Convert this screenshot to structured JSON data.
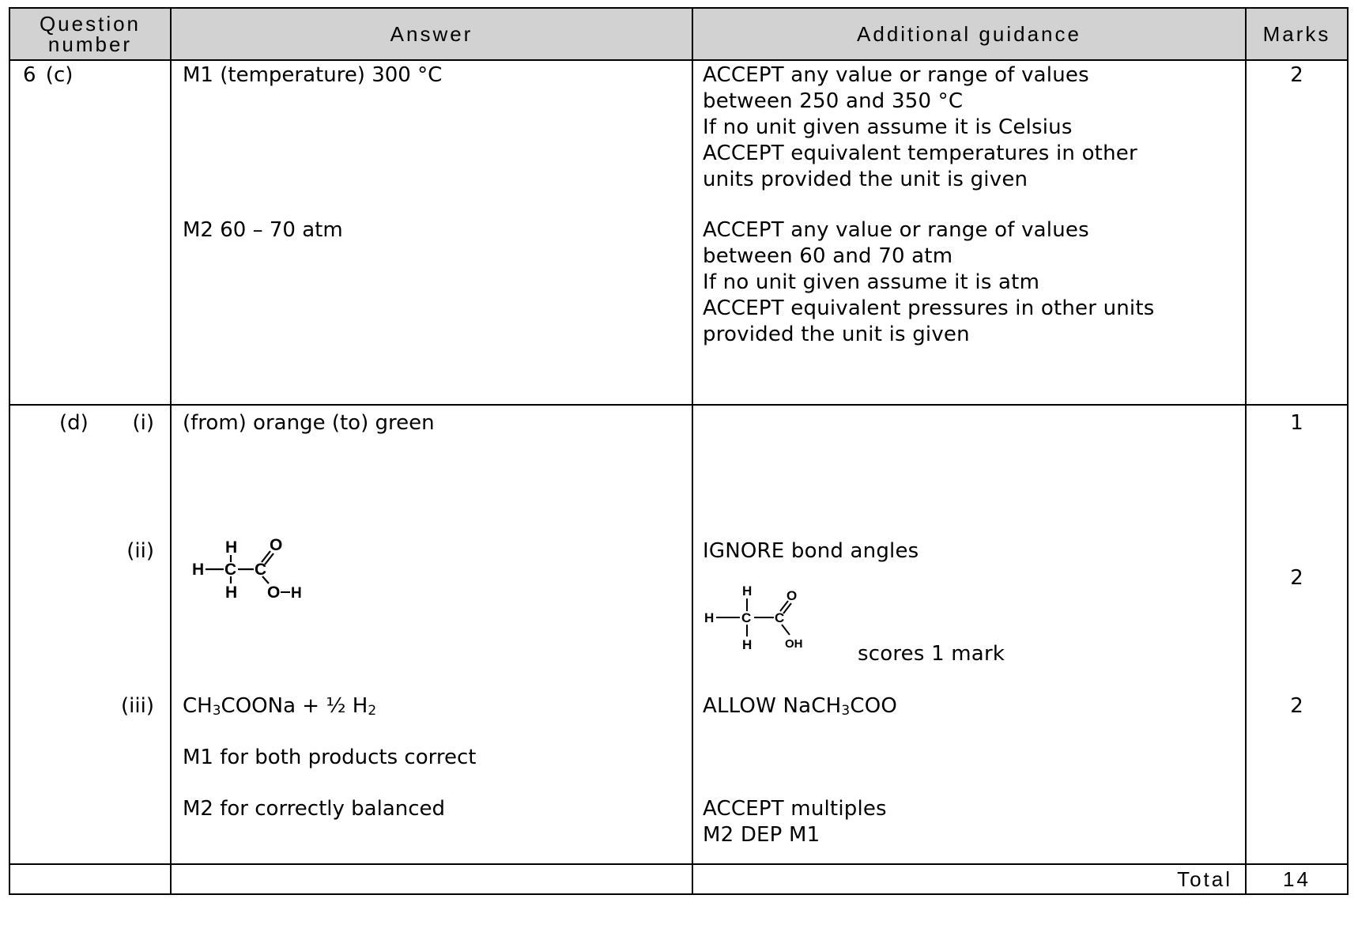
{
  "headers": {
    "question_line1": "Question",
    "question_line2": "number",
    "answer": "Answer",
    "guidance": "Additional guidance",
    "marks": "Marks"
  },
  "rows": {
    "c": {
      "question": "6   (c)",
      "answer_m1": "M1   (temperature)  300 °C",
      "answer_m2": "M2   60 – 70 atm",
      "guidance_m1": [
        "ACCEPT  any value or range of values",
        "between 250 and 350 °C",
        "If no unit given assume it is Celsius",
        "ACCEPT  equivalent temperatures in other",
        "units provided the unit is given"
      ],
      "guidance_m2": [
        "ACCEPT  any value or range of values",
        "between 60 and 70 atm",
        "If no unit given assume it is atm",
        "ACCEPT  equivalent pressures in other units",
        "provided the unit is given"
      ],
      "marks": "2"
    },
    "d": {
      "part": "(d)",
      "i": {
        "label": "(i)",
        "answer": "(from)  orange (to)  green",
        "marks": "1"
      },
      "ii": {
        "label": "(ii)",
        "guidance": "IGNORE bond angles",
        "guidance_score": "scores 1 mark",
        "marks": "2",
        "structure_atoms": {
          "h": "H",
          "c": "C",
          "o": "O",
          "oh": "OH"
        }
      },
      "iii": {
        "label": "(iii)",
        "answer_eq": {
          "a": "CH",
          "a_sub": "3",
          "b": "COONa  +  ½ H",
          "b_sub": "2"
        },
        "answer_m1": "M1   for both products correct",
        "answer_m2": "M2   for correctly balanced",
        "guidance_allow": {
          "a": "ALLOW  NaCH",
          "a_sub": "3",
          "b": "COO"
        },
        "guidance_accept": "ACCEPT multiples",
        "guidance_dep": "M2  DEP M1",
        "marks": "2"
      }
    },
    "total": {
      "label": "Total",
      "value": "14"
    }
  }
}
